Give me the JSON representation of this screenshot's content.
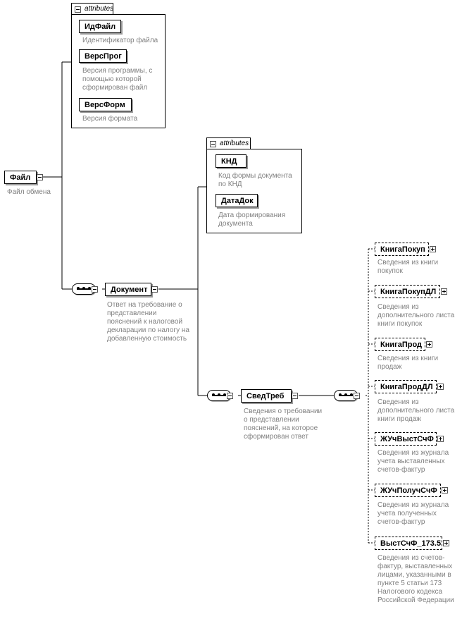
{
  "attributes_label": "attributes",
  "root": {
    "name": "Файл",
    "desc": "Файл обмена"
  },
  "root_attributes": [
    {
      "name": "ИдФайл",
      "desc": "Идентификатор файла"
    },
    {
      "name": "ВерсПрог",
      "desc": "Версия программы, с помощью которой сформирован файл"
    },
    {
      "name": "ВерсФорм",
      "desc": "Версия формата"
    }
  ],
  "document": {
    "name": "Документ",
    "desc": "Ответ на требование о представлении пояснений к налоговой декларации по налогу на добавленную стоимость"
  },
  "document_attributes": [
    {
      "name": "КНД",
      "desc": "Код формы документа по КНД"
    },
    {
      "name": "ДатаДок",
      "desc": "Дата формирования документа"
    }
  ],
  "svedtreb": {
    "name": "СведТреб",
    "desc": "Сведения о требовании о представлении пояснений, на которое сформирован ответ"
  },
  "children": [
    {
      "name": "КнигаПокуп",
      "desc": "Сведения из книги покупок"
    },
    {
      "name": "КнигаПокупДЛ",
      "desc": "Сведения из дополнительного листа книги покупок"
    },
    {
      "name": "КнигаПрод",
      "desc": "Сведения из книги продаж"
    },
    {
      "name": "КнигаПродДЛ",
      "desc": "Сведения из дополнительного листа книги продаж"
    },
    {
      "name": "ЖУчВыстСчФ",
      "desc": "Сведения из журнала учета выставленных счетов-фактур"
    },
    {
      "name": "ЖУчПолучСчФ",
      "desc": "Сведения из журнала учета полученных счетов-фактур"
    },
    {
      "name": "ВыстСчФ_173.5",
      "desc": "Сведения из счетов-фактур, выставленных лицами, указанными в пункте 5 статьи 173 Налогового кодекса Российской Федерации"
    }
  ]
}
